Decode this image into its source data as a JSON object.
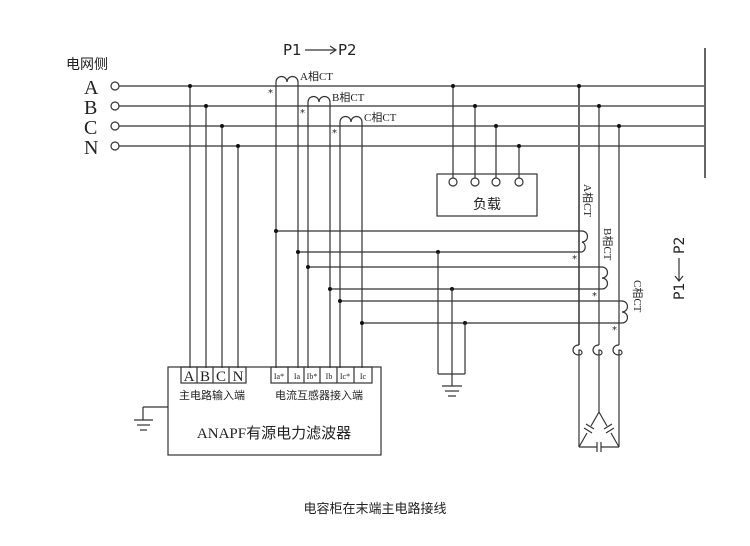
{
  "grid_side_label": "电网侧",
  "phases": [
    "A",
    "B",
    "C",
    "N"
  ],
  "direction_top": "P1——>P2",
  "direction_top_p1": "P1",
  "direction_top_p2": "P2",
  "direction_right_p1": "P1",
  "direction_right_p2": "P2",
  "ct_labels": {
    "a": "A相CT",
    "b": "B相CT",
    "c": "C相CT"
  },
  "polarity_mark": "*",
  "load_label": "负载",
  "filter": {
    "name": "ANAPF有源电力滤波器",
    "main_terminals_label": "主电路输入端",
    "ct_terminals_label": "电流互感器接入端",
    "main_terminals": [
      "A",
      "B",
      "C",
      "N"
    ],
    "ct_terminals": [
      "Ia*",
      "Ia",
      "Ib*",
      "Ib",
      "Ic*",
      "Ic"
    ]
  },
  "caption": "电容柜在末端主电路接线"
}
